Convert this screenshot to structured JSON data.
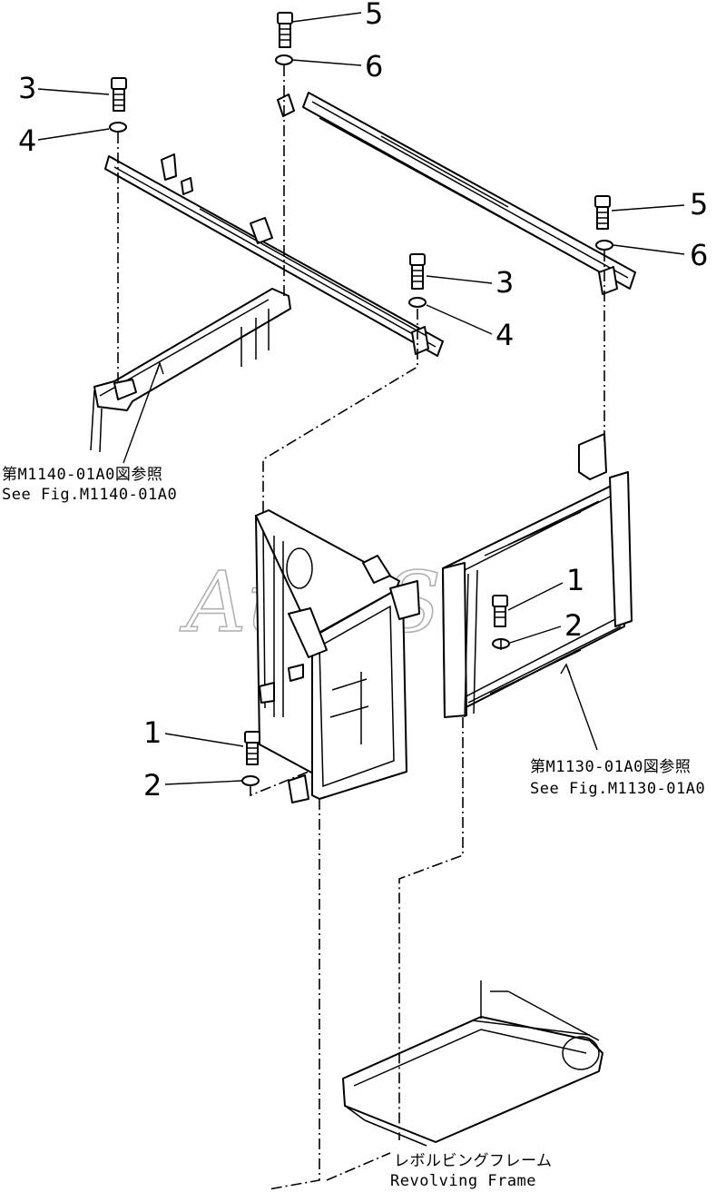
{
  "callouts": [
    "1",
    "2",
    "3",
    "4",
    "5",
    "6"
  ],
  "references": {
    "upper_jp": "第M1140-01A0図参照",
    "upper_en": "See Fig.M1140-01A0",
    "right_jp": "第M1130-01A0図参照",
    "right_en": "See Fig.M1130-01A0"
  },
  "frame_label": {
    "jp": "レボルビングフレーム",
    "en": "Revolving Frame"
  },
  "watermark": "AutoSoft",
  "colors": {
    "ink": "#000000",
    "watermark": "#b0b0b0",
    "paper": "#ffffff"
  }
}
